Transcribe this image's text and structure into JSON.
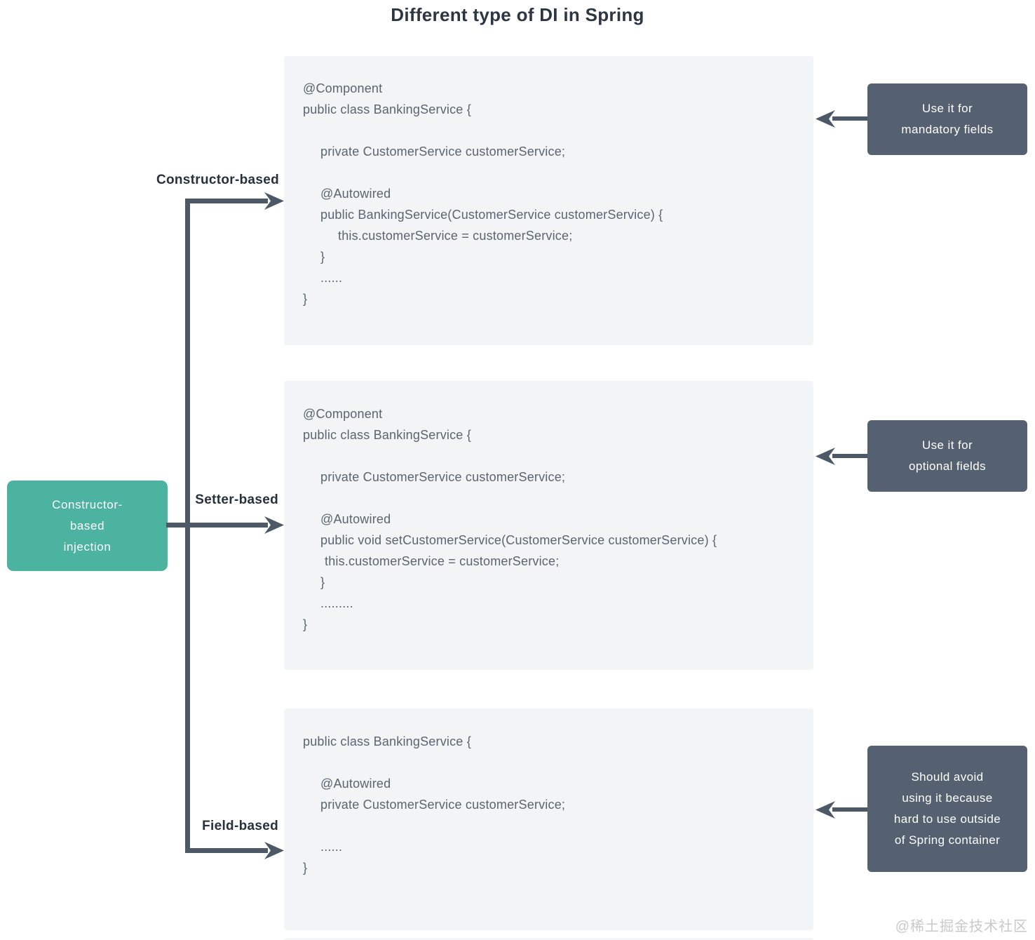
{
  "title": "Different type of DI in Spring",
  "root_box": {
    "lines": [
      "Constructor-",
      "based",
      "injection"
    ]
  },
  "branch_labels": {
    "constructor": "Constructor-based",
    "setter": "Setter-based",
    "field": "Field-based"
  },
  "code_blocks": [
    {
      "name": "constructor-based-injection-code",
      "lines": [
        "@Component",
        "public class BankingService {",
        "private CustomerService customerService;",
        "@Autowired",
        "public BankingService(CustomerService customerService) {",
        "this.customerService = customerService;",
        "}",
        "......",
        "}"
      ]
    },
    {
      "name": "setter-based-injection-code",
      "lines": [
        "@Component",
        "public class BankingService {",
        "private CustomerService customerService;",
        "@Autowired",
        "public void setCustomerService(CustomerService customerService) {",
        "this.customerService = customerService;",
        "}",
        ".........",
        "}"
      ]
    },
    {
      "name": "field-based-injection-code",
      "lines": [
        "public class BankingService {",
        "@Autowired",
        "private CustomerService customerService;",
        "......",
        "}"
      ]
    }
  ],
  "annotations": [
    {
      "lines": [
        "Use it for",
        "mandatory fields"
      ]
    },
    {
      "lines": [
        "Use it for",
        "optional fields"
      ]
    },
    {
      "lines": [
        "Should avoid",
        "using it because",
        "hard to use outside",
        "of Spring container"
      ]
    }
  ],
  "watermark": "@稀土掘金技术社区",
  "colors": {
    "teal_box": "#4cb3a1",
    "annotation_box": "#556070",
    "arrow": "#4d5966",
    "code_background": "#f2f4f5",
    "code_text": "#5b6470",
    "title_text": "#2d3743"
  }
}
